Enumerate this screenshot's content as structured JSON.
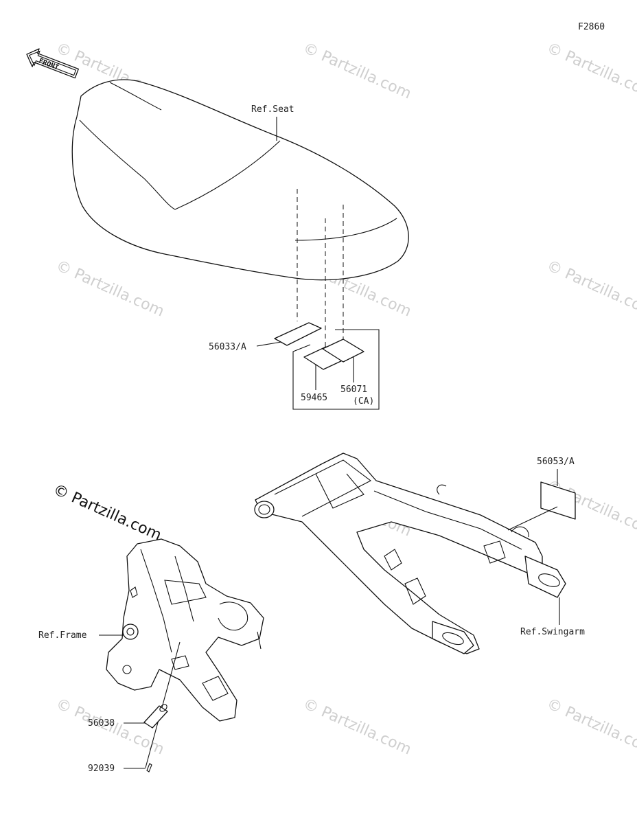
{
  "diagram": {
    "code": "F2860",
    "direction_label": "FRONT",
    "watermark": "© Partzilla.com",
    "watermark_big": "© Partzilla.com",
    "labels": {
      "ref_seat": "Ref.Seat",
      "p56033": "56033/A",
      "p59465": "59465",
      "p56071": "56071",
      "p56071_note": "(CA)",
      "p56053": "56053/A",
      "ref_frame": "Ref.Frame",
      "ref_swingarm": "Ref.Swingarm",
      "p56038": "56038",
      "p92039": "92039"
    }
  }
}
